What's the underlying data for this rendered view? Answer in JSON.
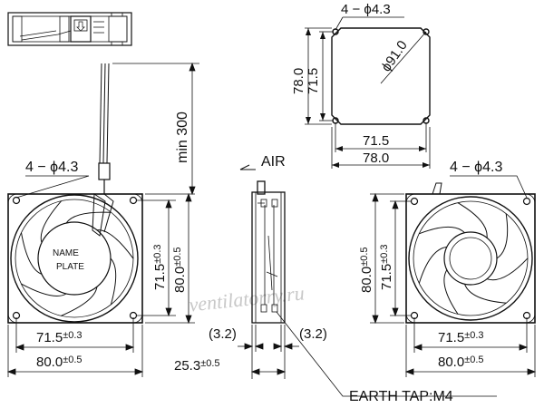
{
  "watermark": "ventilatorry.ru",
  "top_view": {
    "hole_label": "4 − ϕ4.3",
    "diameter_label": "ϕ91.0",
    "outer_height": "78.0",
    "pitch_height": "71.5",
    "pitch_width": "71.5",
    "outer_width": "78.0"
  },
  "lead_view": {
    "lead_length": "min 300",
    "hole_label": "4 − ϕ4.3",
    "pitch_v": "71.5",
    "outer_v": "80.0",
    "pitch_h": "71.5",
    "outer_h": "80.0",
    "tolerance": "±0.3",
    "tolerance_outer": "±0.5",
    "nameplate_line1": "NAME",
    "nameplate_line2": "PLATE"
  },
  "side_view": {
    "air_label": "AIR",
    "offset_left": "(3.2)",
    "offset_right": "(3.2)",
    "depth": "25.3",
    "depth_tolerance": "±0.5",
    "earth_tap": "EARTH TAP:M4"
  },
  "right_view": {
    "hole_label": "4 − ϕ4.3",
    "outer_v": "80.0",
    "pitch_v": "71.5",
    "pitch_h": "71.5",
    "outer_h": "80.0",
    "tolerance": "±0.3",
    "tolerance_outer": "±0.5"
  }
}
